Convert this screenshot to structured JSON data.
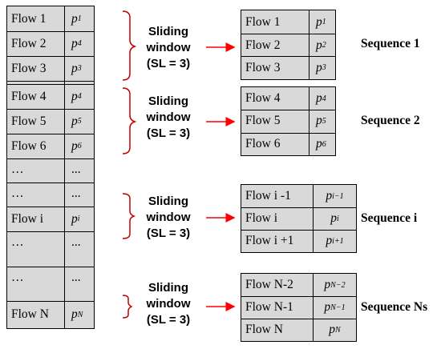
{
  "flow_list": {
    "rows": [
      {
        "flow": "Flow 1",
        "p": "p",
        "sub": "1"
      },
      {
        "flow": "Flow 2",
        "p": "p",
        "sub": "4"
      },
      {
        "flow": "Flow 3",
        "p": "p",
        "sub": "3"
      },
      {
        "flow": "Flow 4",
        "p": "p",
        "sub": "4"
      },
      {
        "flow": "Flow 5",
        "p": "p",
        "sub": "5"
      },
      {
        "flow": "Flow 6",
        "p": "p",
        "sub": "6"
      },
      {
        "flow": "…",
        "p": "...",
        "sub": ""
      },
      {
        "flow": "…",
        "p": "...",
        "sub": ""
      },
      {
        "flow": "Flow i",
        "p": "p",
        "sub": "i"
      },
      {
        "flow": "…",
        "p": "...",
        "sub": ""
      },
      {
        "flow": "…",
        "p": "...",
        "sub": ""
      },
      {
        "flow": "Flow N",
        "p": "p",
        "sub": "N"
      }
    ]
  },
  "windows": [
    {
      "line1": "Sliding",
      "line2": "window",
      "line3": "(SL = 3)"
    },
    {
      "line1": "Sliding",
      "line2": "window",
      "line3": "(SL = 3)"
    },
    {
      "line1": "Sliding",
      "line2": "window",
      "line3": "(SL = 3)"
    },
    {
      "line1": "Sliding",
      "line2": "window",
      "line3": "(SL = 3)"
    }
  ],
  "sequences": [
    {
      "label": "Sequence 1",
      "rows": [
        {
          "flow": "Flow 1",
          "p": "p",
          "sub": "1"
        },
        {
          "flow": "Flow 2",
          "p": "p",
          "sub": "2"
        },
        {
          "flow": "Flow 3",
          "p": "p",
          "sub": "3"
        }
      ]
    },
    {
      "label": "Sequence 2",
      "rows": [
        {
          "flow": "Flow 4",
          "p": "p",
          "sub": "4"
        },
        {
          "flow": "Flow 5",
          "p": "p",
          "sub": "5"
        },
        {
          "flow": "Flow 6",
          "p": "p",
          "sub": "6"
        }
      ]
    },
    {
      "label": "Sequence i",
      "rows": [
        {
          "flow": "Flow i -1",
          "p": "p",
          "sub": "i−1"
        },
        {
          "flow": "Flow i",
          "p": "p",
          "sub": "i"
        },
        {
          "flow": "Flow i +1",
          "p": "p",
          "sub": "i+1"
        }
      ]
    },
    {
      "label": "Sequence Ns",
      "rows": [
        {
          "flow": "Flow N-2",
          "p": "p",
          "sub": "N−2"
        },
        {
          "flow": "Flow N-1",
          "p": "p",
          "sub": "N−1"
        },
        {
          "flow": "Flow N",
          "p": "p",
          "sub": "N"
        }
      ]
    }
  ],
  "colors": {
    "cell_fill": "#d9d9d9",
    "bracket": "#c00000",
    "arrow": "#ff0000",
    "border": "#000000"
  }
}
